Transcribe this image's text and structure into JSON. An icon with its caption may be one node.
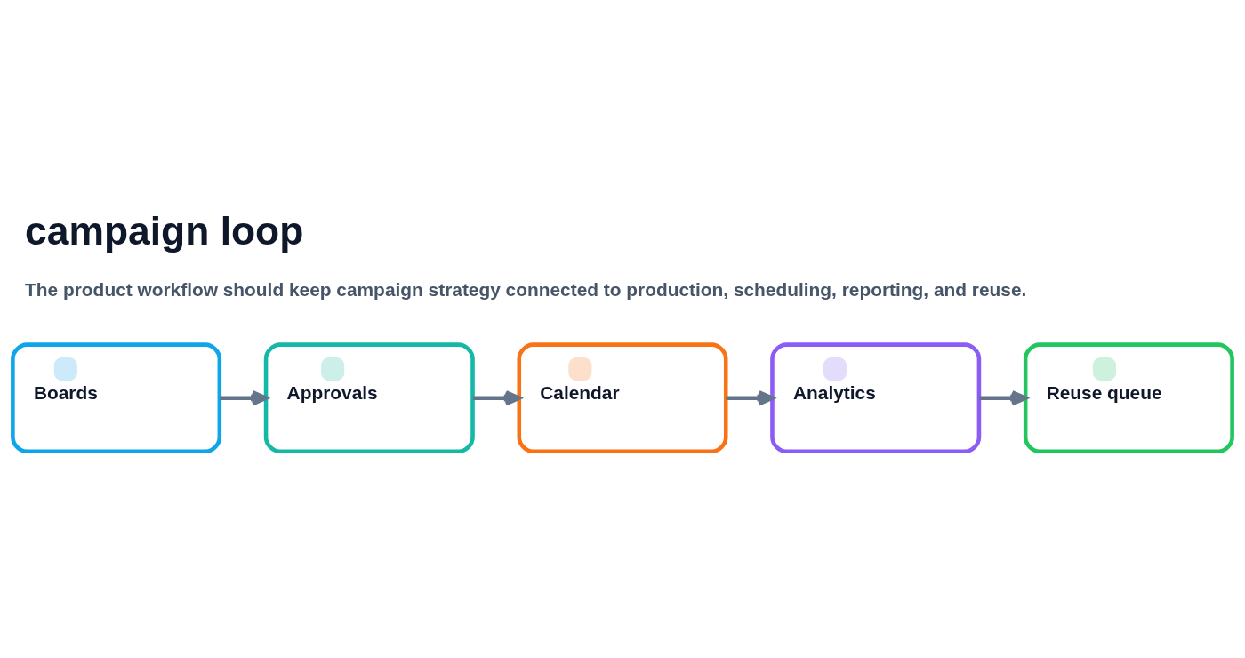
{
  "diagram": {
    "title": "campaign loop",
    "caption": "The product workflow should keep campaign strategy connected to production, scheduling, reporting, and reuse.",
    "nodes": [
      {
        "text": [
          "Boards"
        ]
      },
      {
        "text": [
          "Approvals"
        ]
      },
      {
        "text": [
          "Calendar"
        ]
      },
      {
        "text": [
          "Analytics"
        ]
      },
      {
        "text": [
          "Reuse queue"
        ]
      }
    ],
    "edges": [
      {
        "from": 0,
        "to": 1,
        "arrow": "to"
      },
      {
        "from": 1,
        "to": 2,
        "arrow": "to"
      },
      {
        "from": 2,
        "to": 3,
        "arrow": "to"
      },
      {
        "from": 3,
        "to": 4,
        "arrow": "to"
      }
    ]
  }
}
